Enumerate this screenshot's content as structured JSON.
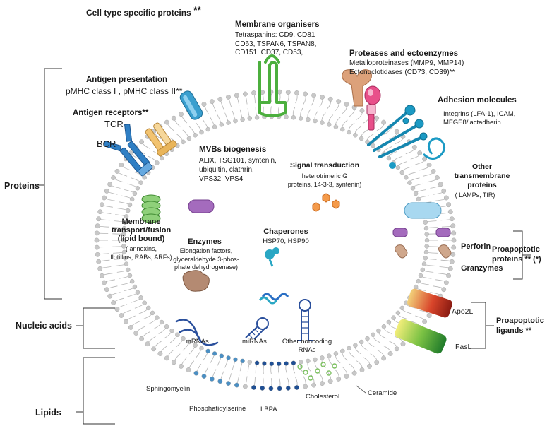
{
  "header": {
    "title": "Cell type specific proteins",
    "stars": "**"
  },
  "categories": {
    "proteins": "Proteins",
    "nucleic_acids": "Nucleic acids",
    "lipids": "Lipids"
  },
  "membrane_organisers": {
    "title": "Membrane organisers",
    "text": "Tetraspanins: CD9, CD81\nCD63, TSPAN6, TSPAN8,\nCD151, CD37, CD53,"
  },
  "proteases": {
    "title": "Proteases and ectoenzymes",
    "text": "Metalloproteinases (MMP9, MMP14)\nEctonuclotidases (CD73, CD39)**"
  },
  "antigen_presentation": {
    "title": "Antigen presentation",
    "text": "pMHC class I , pMHC class II**"
  },
  "antigen_receptors": {
    "title": "Antigen receptors**",
    "tcr": "TCR",
    "bcr": "BCR"
  },
  "adhesion": {
    "title": "Adhesion molecules",
    "text": "Integrins (LFA-1), ICAM,\nMFGE8/lactadherin"
  },
  "mvbs": {
    "title": "MVBs biogenesis",
    "text": "ALIX, TSG101, syntenin,\nubiquitin, clathrin,\nVPS32, VPS4"
  },
  "signal": {
    "title": "Signal transduction",
    "text": "heterotrimeric G\nproteins, 14-3-3, syntenin)"
  },
  "other_tm": {
    "title": "Other\ntransmembrane\nproteins",
    "text": "( LAMPs, TfR)"
  },
  "membrane_transport": {
    "title": "Membrane\ntransport/fusion\n(lipid bound)",
    "text": "( annexins,\nflotillins, RABs, ARFs)"
  },
  "enzymes": {
    "title": "Enzymes",
    "text": "Elongation factors,\nglyceraldehyde 3-phos-\nphate dehydrogenase)"
  },
  "chaperones": {
    "title": "Chaperones",
    "text": "HSP70, HSP90"
  },
  "proapoptotic_proteins": {
    "perforin": "Perforin",
    "granzymes": "Granzymes",
    "title": "Proapoptotic\nproteins ** (*)"
  },
  "proapoptotic_ligands": {
    "apo2l": "Apo2L",
    "fasl": "FasL",
    "title": "Proapoptotic\nligands **"
  },
  "nucleic": {
    "mrnas": "mRNAs",
    "mirnas": "miRNAs",
    "other": "Other noncoding\nRNAs"
  },
  "lipids": {
    "sphingomyelin": "Sphingomyelin",
    "phosphatidylserine": "Phosphatidylserine",
    "lbpa": "LBPA",
    "cholesterol": "Cholesterol",
    "ceramide": "Ceramide"
  },
  "colors": {
    "membrane_head": "#c8c8c8",
    "tail": "#b5b5b5",
    "tetraspanin": "#4caf3e",
    "mhc": "#3a9fcf",
    "tcr": "#f2c370",
    "bcr": "#2f7fc4",
    "protease": "#d89a70",
    "ectoenzyme": "#e8508a",
    "adhesion": "#1b9ac4",
    "lamp": "#a8d8f0",
    "mvb": "#a46bbd",
    "signal": "#f49a4a",
    "enzyme": "#b48a72",
    "chaperone": "#2aa7c4",
    "sphingomyelin": "#4a8fc4",
    "phosphatidylserine": "#1f4f94",
    "cholesterol": "#7cc060",
    "rna": "#2a4f9c"
  }
}
